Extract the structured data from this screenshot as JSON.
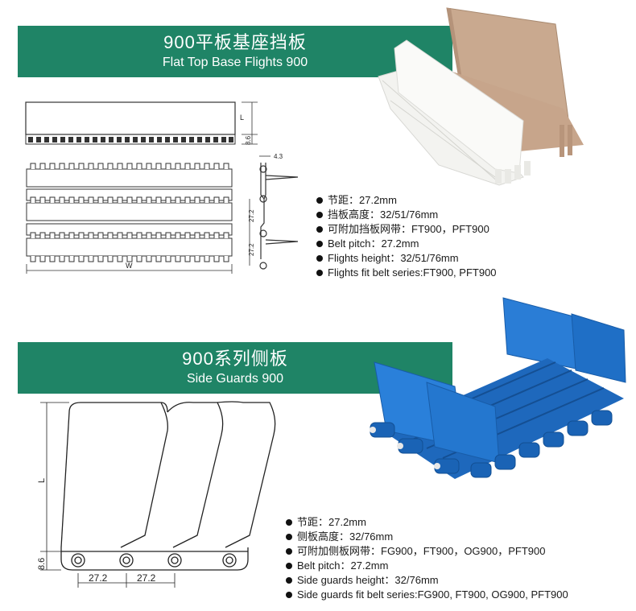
{
  "section1": {
    "title_cn": "900平板基座挡板",
    "title_en": "Flat Top Base Flights 900",
    "dims": {
      "L": "L",
      "h": "8.6",
      "thick": "4.3",
      "pitch1": "27.2",
      "pitch2": "27.2",
      "W": "W"
    },
    "specs": [
      "节距：27.2mm",
      "挡板高度：32/51/76mm",
      "可附加挡板网带：FT900，PFT900",
      "Belt pitch：27.2mm",
      "Flights height：32/51/76mm",
      "Flights fit belt series:FT900, PFT900"
    ],
    "colors": {
      "flight": "#c9a98f",
      "belt": "#f4f4f1"
    }
  },
  "section2": {
    "title_cn": "900系列侧板",
    "title_en": "Side Guards 900",
    "dims": {
      "L": "L",
      "h": "8.6",
      "pitch1": "27.2",
      "pitch2": "27.2"
    },
    "specs": [
      "节距：27.2mm",
      "侧板高度：32/76mm",
      "可附加侧板网带：FG900，FT900，OG900，PFT900",
      "Belt pitch：27.2mm",
      "Side guards height：32/76mm",
      "Side guards fit belt series:FG900, FT900, OG900, PFT900"
    ],
    "colors": {
      "guard": "#1f6fc6"
    }
  },
  "colors": {
    "banner": "#1f8466"
  }
}
